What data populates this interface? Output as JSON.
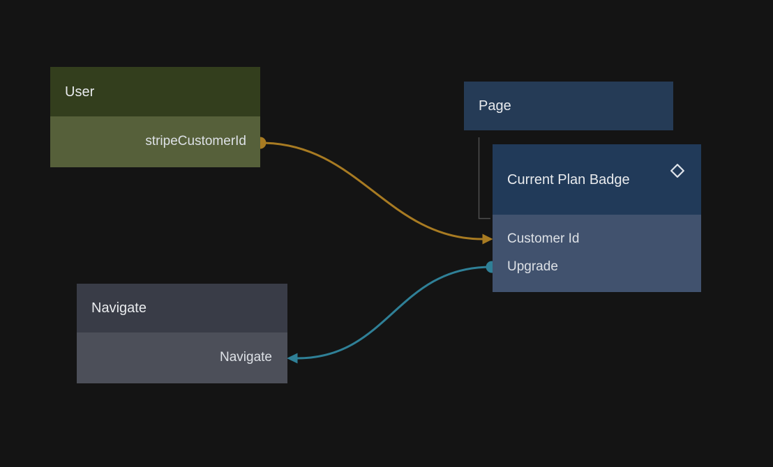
{
  "canvas": {
    "background": "#141414"
  },
  "colors": {
    "connection_amber": "#a87b22",
    "connection_teal": "#2f8097",
    "tree_line": "#4f4f4f",
    "title_text": "#e9ebee",
    "field_text": "#dde1e6",
    "icon_stroke": "#dfe3ea"
  },
  "nodes": {
    "user": {
      "title": "User",
      "header_color": "#333e1d",
      "body_color": "#56603a",
      "outputs": [
        {
          "label": "stripeCustomerId",
          "port_color": "#a87b22"
        }
      ]
    },
    "page": {
      "title": "Page",
      "header_color": "#253b56"
    },
    "current_plan_badge": {
      "title": "Current Plan Badge",
      "header_color": "#213a59",
      "body_color": "#41526e",
      "icon": "diamond-icon",
      "inputs": [
        {
          "label": "Customer Id",
          "port_color": "#a87b22"
        },
        {
          "label": "Upgrade",
          "port_color": "#2f8097"
        }
      ]
    },
    "navigate": {
      "title": "Navigate",
      "header_color": "#393c47",
      "body_color": "#4c4f59",
      "inputs": [
        {
          "label": "Navigate",
          "port_color": "#2f8097"
        }
      ]
    }
  },
  "connections": [
    {
      "from": "User.stripeCustomerId",
      "to": "Current Plan Badge.Customer Id",
      "color": "#a87b22"
    },
    {
      "from": "Current Plan Badge.Upgrade",
      "to": "Navigate.Navigate",
      "color": "#2f8097"
    }
  ],
  "hierarchy": {
    "parent": "Page",
    "child": "Current Plan Badge"
  }
}
